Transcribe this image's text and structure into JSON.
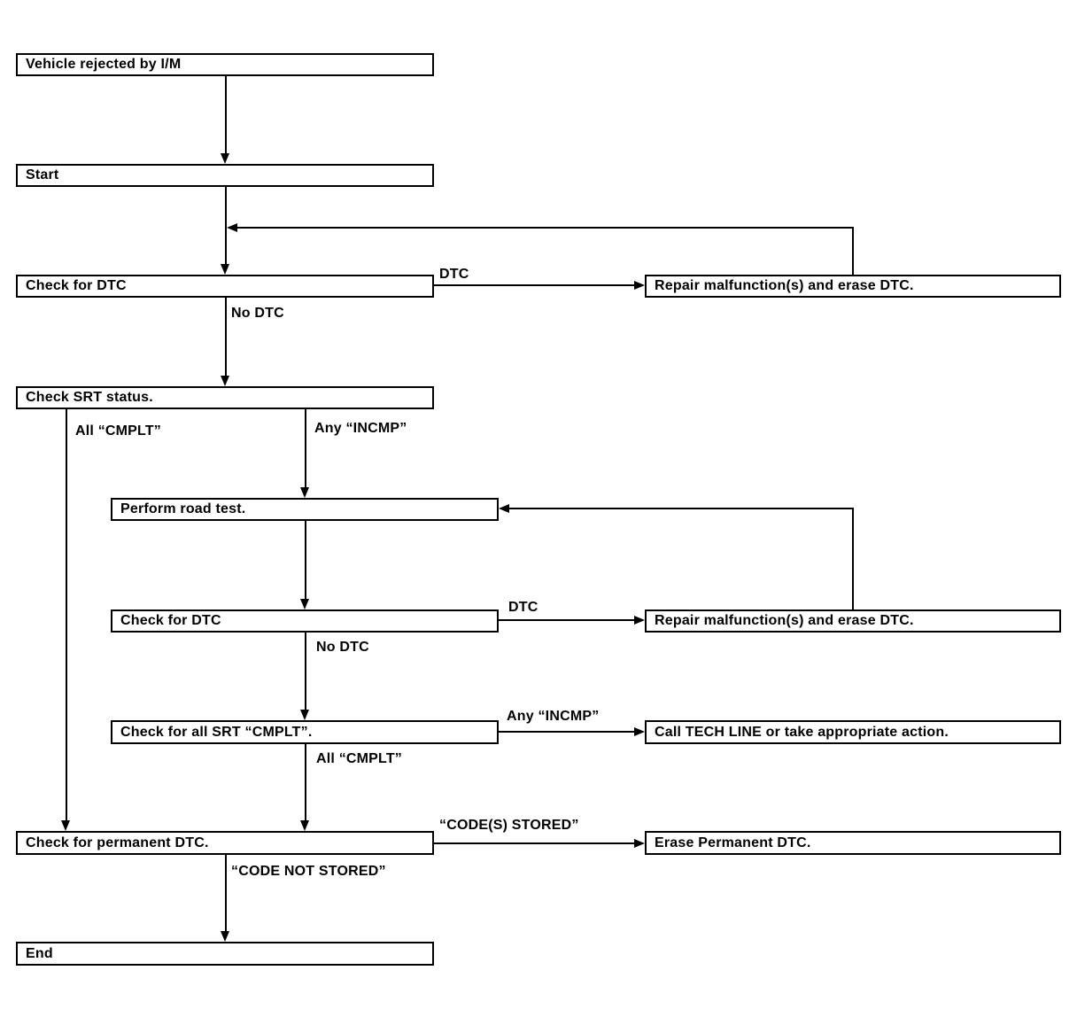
{
  "diagram": {
    "title": "Vehicle I/M rejection diagnostic flowchart",
    "colors": {
      "background": "#ffffff",
      "line": "#000000",
      "text": "#000000"
    },
    "nodes": {
      "vehicle_rejected": {
        "label": "Vehicle rejected by I/M"
      },
      "start": {
        "label": "Start"
      },
      "check_dtc_1": {
        "label": "Check for DTC"
      },
      "repair_1": {
        "label": "Repair malfunction(s) and erase DTC."
      },
      "check_srt": {
        "label": "Check SRT status."
      },
      "perform_road_test": {
        "label": "Perform road test."
      },
      "check_dtc_2": {
        "label": "Check for DTC"
      },
      "repair_2": {
        "label": "Repair malfunction(s) and erase DTC."
      },
      "check_all_srt": {
        "label": "Check for all SRT “CMPLT”."
      },
      "call_tech_line": {
        "label": "Call TECH LINE or take appropriate action."
      },
      "check_permanent_dtc": {
        "label": "Check for permanent DTC."
      },
      "erase_permanent_dtc": {
        "label": "Erase Permanent DTC."
      },
      "end": {
        "label": "End"
      }
    },
    "edge_labels": {
      "dtc_1": "DTC",
      "no_dtc_1": "No DTC",
      "all_cmplt_1": "All “CMPLT”",
      "any_incmp_1": "Any “INCMP”",
      "dtc_2": "DTC",
      "no_dtc_2": "No DTC",
      "any_incmp_2": "Any “INCMP”",
      "all_cmplt_2": "All “CMPLT”",
      "codes_stored": "“CODE(S) STORED”",
      "code_not_stored": "“CODE NOT STORED”"
    }
  }
}
